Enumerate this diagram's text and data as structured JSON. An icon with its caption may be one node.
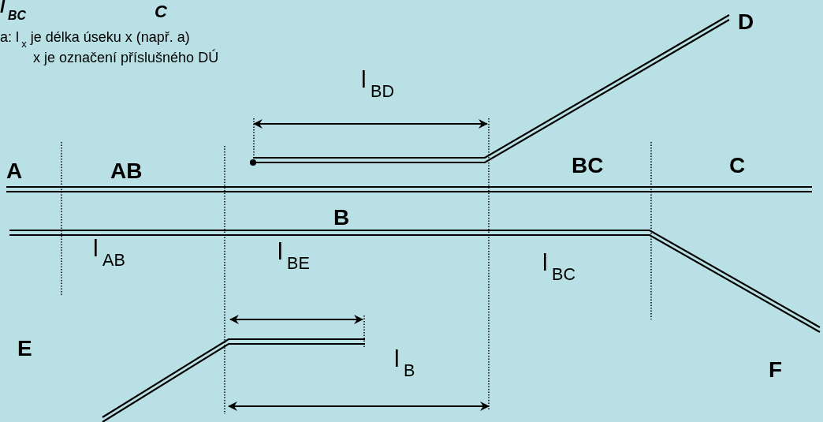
{
  "diagram": {
    "labels": [
      "l$_{BC}$",
      "C",
      "a: l$_{x}$ je délka úseku x (např. a)",
      "x je označení příslušného DÚ",
      "l$_{BD}$",
      "D",
      "A",
      "AB",
      "BC",
      "C",
      "B",
      "l$_{AB}$",
      "l$_{BE}$",
      "l$_{BC}$",
      "E",
      "F",
      "l$_{B}$"
    ]
  }
}
